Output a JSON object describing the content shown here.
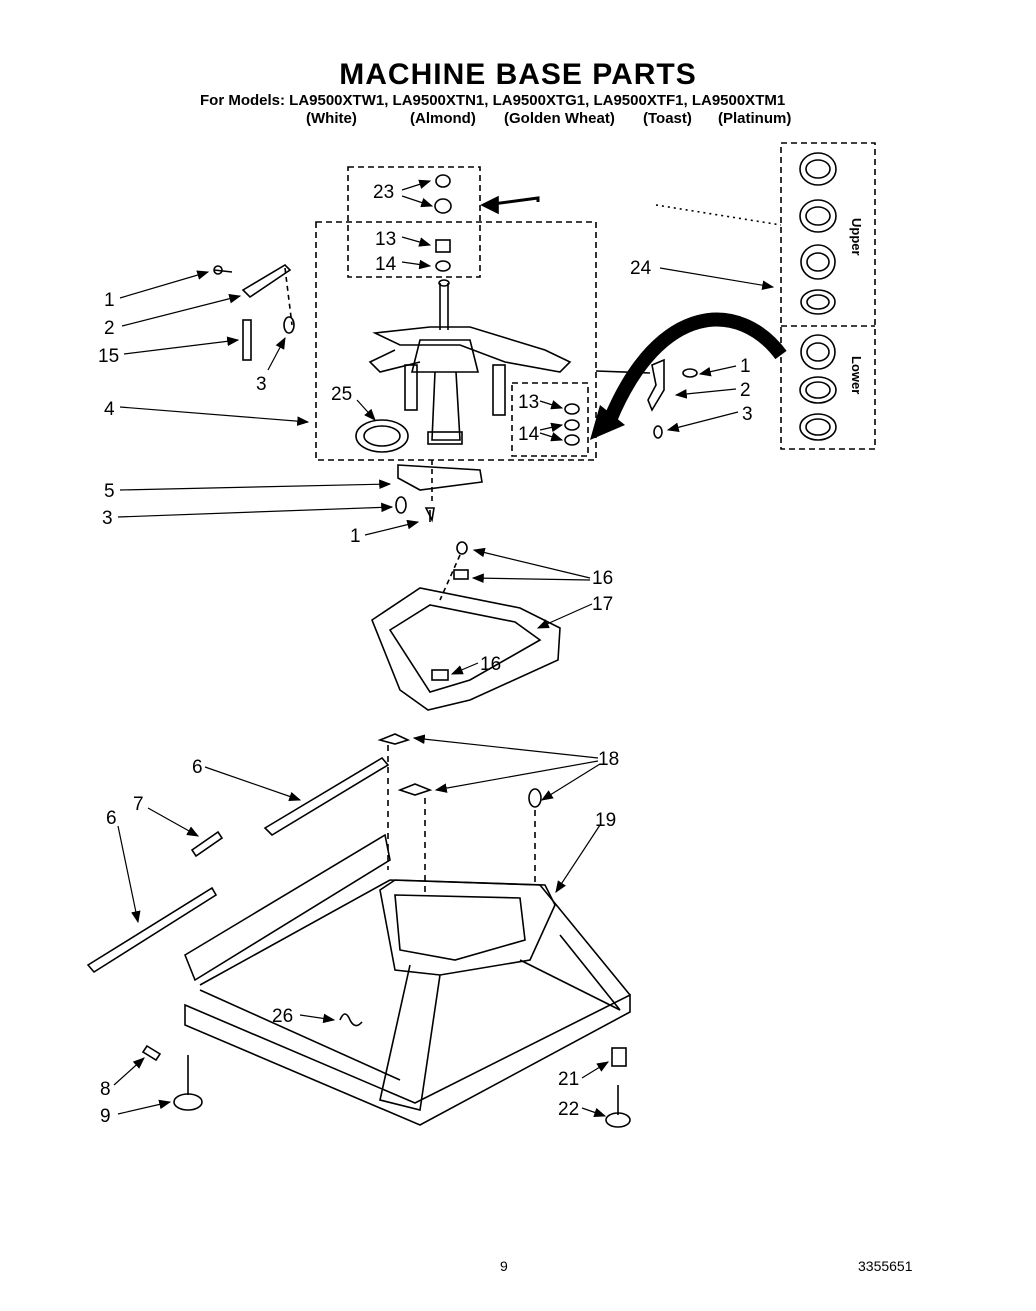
{
  "header": {
    "title": "MACHINE BASE PARTS",
    "models_line": "For Models: LA9500XTW1, LA9500XTN1, LA9500XTG1, LA9500XTF1, LA9500XTM1",
    "colors": [
      "(White)",
      "(Almond)",
      "(Golden Wheat)",
      "(Toast)",
      "(Platinum)"
    ]
  },
  "callouts": {
    "c23": "23",
    "c13a": "13",
    "c14a": "14",
    "c24": "24",
    "c1a": "1",
    "c2a": "2",
    "c15": "15",
    "c3a": "3",
    "c4": "4",
    "c25": "25",
    "c13b": "13",
    "c14b": "14",
    "c1b": "1",
    "c2b": "2",
    "c3b": "3",
    "c5": "5",
    "c3c": "3",
    "c1c": "1",
    "c16a": "16",
    "c17": "17",
    "c16b": "16",
    "c18": "18",
    "c6a": "6",
    "c7": "7",
    "c6b": "6",
    "c19": "19",
    "c26": "26",
    "c8": "8",
    "c9": "9",
    "c21": "21",
    "c22": "22"
  },
  "bearing_kit": {
    "upper": "Upper",
    "lower": "Lower"
  },
  "footer": {
    "page_number": "9",
    "doc_number": "3355651"
  }
}
